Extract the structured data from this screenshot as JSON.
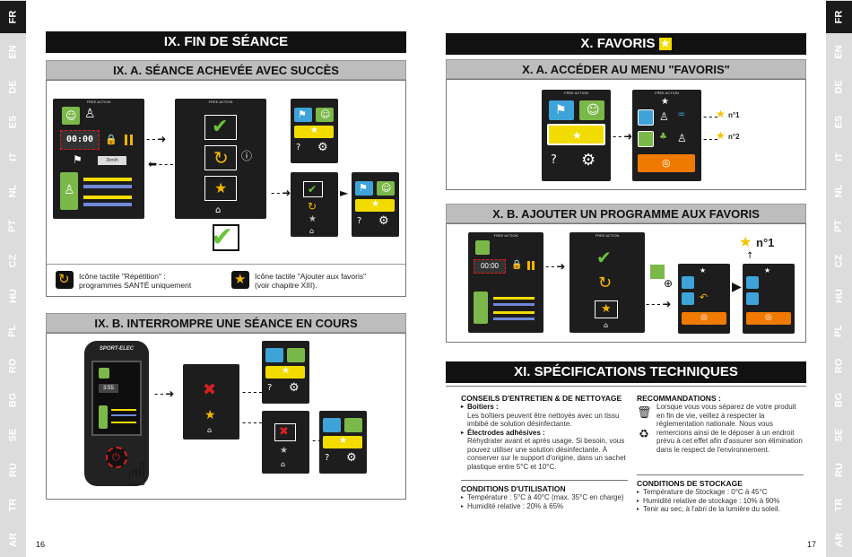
{
  "languages_left": [
    "FR",
    "EN",
    "DE",
    "ES",
    "IT",
    "NL",
    "PT",
    "CZ",
    "HU",
    "PL",
    "RO",
    "BG",
    "SE",
    "RU",
    "TR",
    "AR"
  ],
  "languages_right": [
    "FR",
    "EN",
    "DE",
    "ES",
    "IT",
    "NL",
    "PT",
    "CZ",
    "HU",
    "PL",
    "RO",
    "BG",
    "SE",
    "RU",
    "TR",
    "AR"
  ],
  "active_language": "FR",
  "left_page": {
    "section_ix_title": "IX. FIN DE SÉANCE",
    "sub_a_title": "IX. A. SÉANCE ACHEVÉE AVEC SUCCÈS",
    "sub_b_title": "IX. B. INTERROMPRE UNE SÉANCE EN COURS",
    "legend_repeat": "Icône tactile \"Répétition\" : programmes SANTÉ uniquement",
    "legend_favorite": "Icône tactile \"Ajouter aux favoris\" (voir chapitre XIII).",
    "screen_header": "FREE ACTION",
    "timer_display": "00:00",
    "timer_display_b": "3:55",
    "speed_label": "2km/h",
    "brand": "SPORT-ELEC",
    "page_number": "16"
  },
  "right_page": {
    "section_x_title": "X. FAVORIS",
    "sub_xa_title": "X. A. ACCÉDER AU MENU \"FAVORIS\"",
    "sub_xb_title": "X. B. AJOUTER UN PROGRAMME AUX FAVORIS",
    "fav_n1": "n°1",
    "fav_n2": "n°2",
    "fav_n1_large": "n°1",
    "section_xi_title": "XI. SPÉCIFICATIONS TECHNIQUES",
    "maintenance": {
      "title": "CONSEILS D'ENTRETIEN & DE NETTOYAGE",
      "boitiers_label": "Boitiers :",
      "boitiers_text": "Les boîtiers peuvent être nettoyés avec un tissu imbibé de solution désinfectante.",
      "electrodes_label": "Électrodes adhésives :",
      "electrodes_text": "Réhydrater avant et après usage. Si besoin, vous pouvez utiliser une solution désinfectante. À conserver sur le support d'origine, dans un sachet plastique entre 5°C et 10°C."
    },
    "usage": {
      "title": "CONDITIONS D'UTILISATION",
      "items": [
        "Température : 5°C à 40°C (max. 35°C en charge)",
        "Humidité relative : 20% à 65%"
      ]
    },
    "recommendations": {
      "title": "RECOMMANDATIONS :",
      "text": "Lorsque vous vous séparez de votre produit en fin de vie, veillez à respecter la réglementation nationale. Nous vous remercions ainsi de le déposer à un endroit prévu à cet effet afin d'assurer son élimination dans le respect de l'environnement."
    },
    "storage": {
      "title": "CONDITIONS DE STOCKAGE",
      "items": [
        "Température de Stockage : 0°C à 45°C",
        "Humidité relative de stockage : 10% à 90%",
        "Tenir au sec, à l'abri de la lumière du soleil."
      ]
    },
    "page_number": "17"
  },
  "colors": {
    "blue": "#3ea3d8",
    "green": "#7bb84a",
    "yellow": "#f2dc00",
    "orange": "#f07a00",
    "red": "#d62020",
    "dark": "#1d1d1d"
  }
}
